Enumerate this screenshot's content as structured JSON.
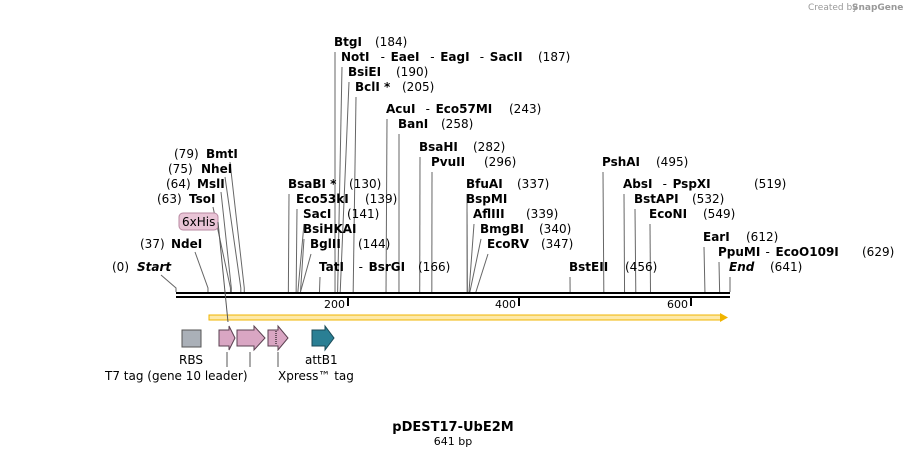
{
  "credit": "Created by",
  "brand": "SnapGene",
  "map": {
    "title": "pDEST17-UbE2M",
    "length_label": "641 bp",
    "length": 641,
    "ruler": [
      "200",
      "400",
      "600"
    ],
    "feature_arrow": {
      "start": 38,
      "end": 641,
      "color": "#f0b400"
    }
  },
  "colors": {
    "backbone": "#000000",
    "tag": "#d9a6c3",
    "tag_stroke": "#8a5a75",
    "rbs": "#aab0b8",
    "attb1": "#2a7f94",
    "his_fill": "#e9c4d6"
  },
  "sites": [
    {
      "name": "BtgI",
      "pos": 184,
      "pos_label": "(184)",
      "side": "right"
    },
    {
      "name": "NotI",
      "pos": 187,
      "side": "right",
      "group": [
        "NotI",
        "EaeI",
        "EagI",
        "SacII"
      ],
      "pos_label": "(187)"
    },
    {
      "name": "BsiEI",
      "pos": 190,
      "pos_label": "(190)",
      "side": "right"
    },
    {
      "name": "BclI *",
      "pos": 205,
      "pos_label": "(205)",
      "side": "right"
    },
    {
      "name": "AcuI",
      "pos": 243,
      "side": "right",
      "group": [
        "AcuI",
        "Eco57MI"
      ],
      "pos_label": "(243)"
    },
    {
      "name": "BanI",
      "pos": 258,
      "pos_label": "(258)",
      "side": "right"
    },
    {
      "name": "BsaHI",
      "pos": 282,
      "pos_label": "(282)",
      "side": "right"
    },
    {
      "name": "PvuII",
      "pos": 296,
      "pos_label": "(296)",
      "side": "right"
    },
    {
      "name": "BmtI",
      "pos": 79,
      "pos_label": "(79)",
      "side": "left"
    },
    {
      "name": "NheI",
      "pos": 75,
      "pos_label": "(75)",
      "side": "left"
    },
    {
      "name": "MslI",
      "pos": 64,
      "pos_label": "(64)",
      "side": "left"
    },
    {
      "name": "TsoI",
      "pos": 63,
      "pos_label": "(63)",
      "side": "left"
    },
    {
      "name": "NdeI",
      "pos": 37,
      "pos_label": "(37)",
      "side": "left"
    },
    {
      "name": "Start",
      "pos": 0,
      "pos_label": "(0)",
      "side": "left",
      "italic": true
    },
    {
      "name": "BsaBI *",
      "pos": 130,
      "pos_label": "(130)",
      "side": "right"
    },
    {
      "name": "Eco53kI",
      "pos": 139,
      "pos_label": "(139)",
      "side": "right"
    },
    {
      "name": "SacI",
      "pos": 141,
      "pos_label": "(141)",
      "side": "right"
    },
    {
      "name": "BsiHKAI",
      "pos": 144,
      "pos_label": "",
      "side": "right"
    },
    {
      "name": "BglII",
      "pos": 144,
      "pos_label": "(144)",
      "side": "right"
    },
    {
      "name": "TatI",
      "pos": 166,
      "side": "right",
      "group": [
        "TatI",
        "BsrGI"
      ],
      "pos_label": "(166)"
    },
    {
      "name": "BfuAI",
      "pos": 337,
      "pos_label": "(337)",
      "side": "right"
    },
    {
      "name": "BspMI",
      "pos": 337,
      "pos_label": "",
      "side": "right"
    },
    {
      "name": "AflIII",
      "pos": 339,
      "pos_label": "(339)",
      "side": "right"
    },
    {
      "name": "BmgBI",
      "pos": 340,
      "pos_label": "(340)",
      "side": "right"
    },
    {
      "name": "EcoRV",
      "pos": 347,
      "pos_label": "(347)",
      "side": "right"
    },
    {
      "name": "PshAI",
      "pos": 495,
      "pos_label": "(495)",
      "side": "right"
    },
    {
      "name": "AbsI",
      "pos": 519,
      "side": "right",
      "group": [
        "AbsI",
        "PspXI"
      ],
      "pos_label": "(519)"
    },
    {
      "name": "BstAPI",
      "pos": 532,
      "pos_label": "(532)",
      "side": "right"
    },
    {
      "name": "EcoNI",
      "pos": 549,
      "pos_label": "(549)",
      "side": "right"
    },
    {
      "name": "BstEII",
      "pos": 456,
      "pos_label": "(456)",
      "side": "right"
    },
    {
      "name": "EarI",
      "pos": 612,
      "pos_label": "(612)",
      "side": "right"
    },
    {
      "name": "PpuMI",
      "pos": 629,
      "side": "right",
      "group": [
        "PpuMI",
        "EcoO109I"
      ],
      "pos_label": "(629)"
    },
    {
      "name": "End",
      "pos": 641,
      "pos_label": "(641)",
      "side": "right",
      "italic": true
    }
  ],
  "features": [
    {
      "id": "rbs",
      "label": "RBS",
      "kind": "box"
    },
    {
      "id": "t7tag",
      "label": "T7 tag (gene 10 leader)",
      "kind": "arrow"
    },
    {
      "id": "his",
      "label": "6xHis",
      "kind": "arrow"
    },
    {
      "id": "xpress",
      "label": "Xpress™ tag",
      "kind": "arrow"
    },
    {
      "id": "attb1",
      "label": "attB1",
      "kind": "arrow"
    }
  ]
}
